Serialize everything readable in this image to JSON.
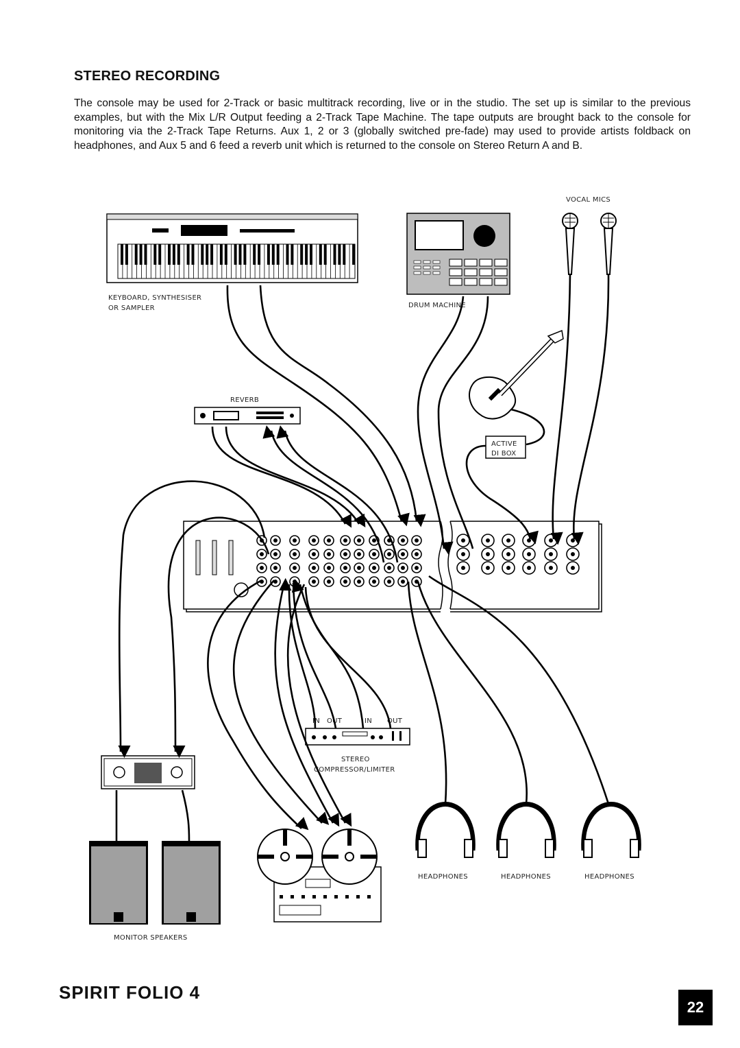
{
  "section": {
    "title": "STEREO RECORDING",
    "body": "The console may be used for 2-Track or basic multitrack recording, live or in the studio.  The set up is similar to the previous examples, but with the Mix L/R Output feeding a 2-Track Tape Machine.  The tape outputs are brought back to the console for monitoring via the 2-Track Tape Returns.  Aux 1, 2 or 3 (globally switched pre-fade) may used to provide artists foldback on headphones, and Aux 5 and 6 feed a reverb unit which is returned to the console on Stereo Return A and B."
  },
  "diagram": {
    "vocal_mics": "VOCAL MICS",
    "keyboard_line1": "KEYBOARD, SYNTHESISER",
    "keyboard_line2": "OR SAMPLER",
    "drum_machine": "DRUM MACHINE",
    "reverb": "REVERB",
    "active_line1": "ACTIVE",
    "active_line2": "DI BOX",
    "comp_in1": "IN",
    "comp_out1": "OUT",
    "comp_in2": "IN",
    "comp_out2": "OUT",
    "comp_line1": "STEREO",
    "comp_line2": "COMPRESSOR/LIMITER",
    "headphones1": "HEADPHONES",
    "headphones2": "HEADPHONES",
    "headphones3": "HEADPHONES",
    "monitor_speakers": "MONITOR SPEAKERS"
  },
  "footer": {
    "brand": "SPIRIT FOLIO 4",
    "page_number": "22"
  }
}
